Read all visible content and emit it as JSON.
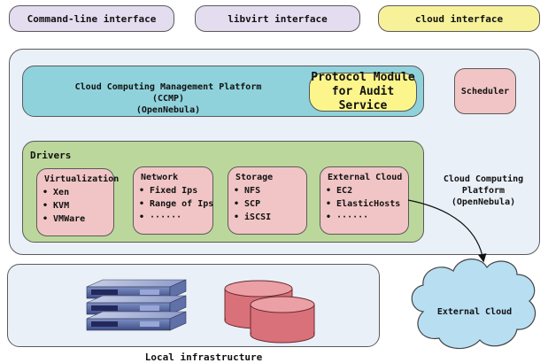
{
  "interfaces": {
    "cli": "Command-line interface",
    "libvirt": "libvirt interface",
    "cloud": "cloud interface"
  },
  "platform": {
    "label_line1": "Cloud Computing",
    "label_line2": "Platform",
    "label_line3": "(OpenNebula)"
  },
  "ccmp": {
    "line1": "Cloud Computing Management Platform (CCMP)",
    "line2": "(OpenNebula)"
  },
  "protocol": {
    "line1": "Protocol Module",
    "line2": "for Audit Service"
  },
  "scheduler": {
    "label": "Scheduler"
  },
  "drivers": {
    "label": "Drivers",
    "groups": [
      {
        "title": "Virtualization",
        "items": [
          "Xen",
          "KVM",
          "VMWare"
        ]
      },
      {
        "title": "Network",
        "items": [
          "Fixed Ips",
          "Range of Ips",
          "······"
        ]
      },
      {
        "title": "Storage",
        "items": [
          "NFS",
          "SCP",
          "iSCSI"
        ]
      },
      {
        "title": "External Cloud",
        "items": [
          "EC2",
          "ElasticHosts",
          "······"
        ]
      }
    ]
  },
  "infrastructure": {
    "label": "Local infrastructure"
  },
  "external_cloud": {
    "label": "External Cloud"
  },
  "colors": {
    "interface": "#e4dcef",
    "cloud_interface": "#f7f29a",
    "ccmp": "#8fd2dc",
    "protocol": "#fbf58c",
    "pink": "#f1c5c5",
    "drivers": "#bcd79c",
    "platform": "#eaf0f8",
    "cloud": "#b8def2"
  }
}
